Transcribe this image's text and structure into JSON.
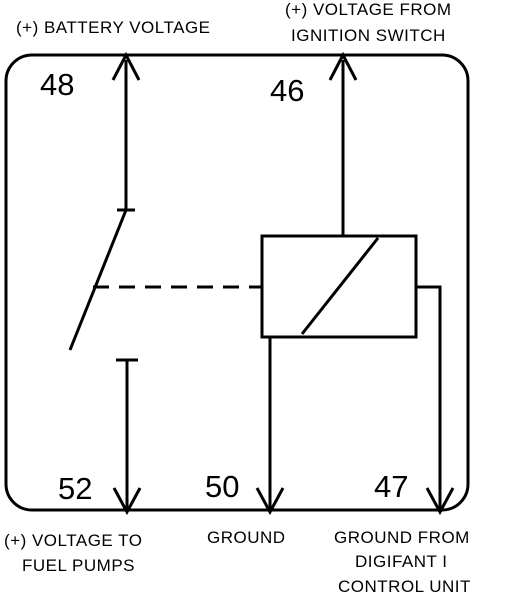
{
  "labels": {
    "battery": "(+) BATTERY VOLTAGE",
    "ignition_1": "(+) VOLTAGE FROM",
    "ignition_2": "IGNITION  SWITCH",
    "fuel_1": "(+) VOLTAGE TO",
    "fuel_2": "FUEL PUMPS",
    "ground": "GROUND",
    "ecu_1": "GROUND  FROM",
    "ecu_2": "DIGIFANT I",
    "ecu_3": "CONTROL UNIT"
  },
  "pins": {
    "p48": "48",
    "p46": "46",
    "p52": "52",
    "p50": "50",
    "p47": "47"
  }
}
